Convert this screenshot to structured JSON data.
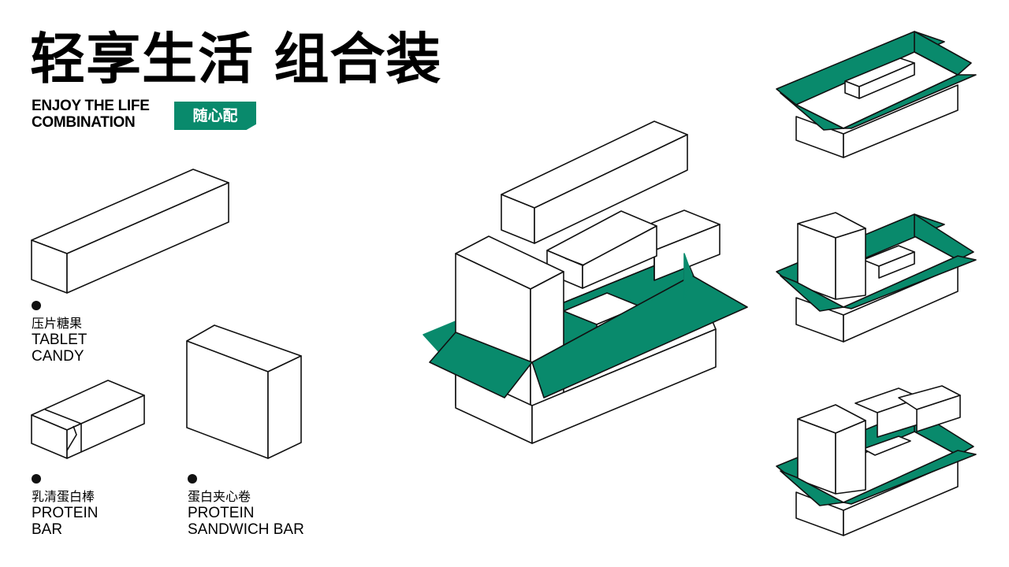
{
  "header": {
    "title_cn": "轻享生活 组合装",
    "title_en_line1": "ENJOY THE LIFE",
    "title_en_line2": "COMBINATION",
    "badge": "随心配"
  },
  "products": [
    {
      "name_cn": "压片糖果",
      "name_en_line1": "TABLET",
      "name_en_line2": "CANDY"
    },
    {
      "name_cn": "乳清蛋白棒",
      "name_en_line1": "PROTEIN",
      "name_en_line2": "BAR"
    },
    {
      "name_cn": "蛋白夹心卷",
      "name_en_line1": "PROTEIN",
      "name_en_line2": "SANDWICH BAR"
    }
  ],
  "colors": {
    "accent": "#098a6c",
    "outline": "#111111",
    "background": "#ffffff"
  }
}
